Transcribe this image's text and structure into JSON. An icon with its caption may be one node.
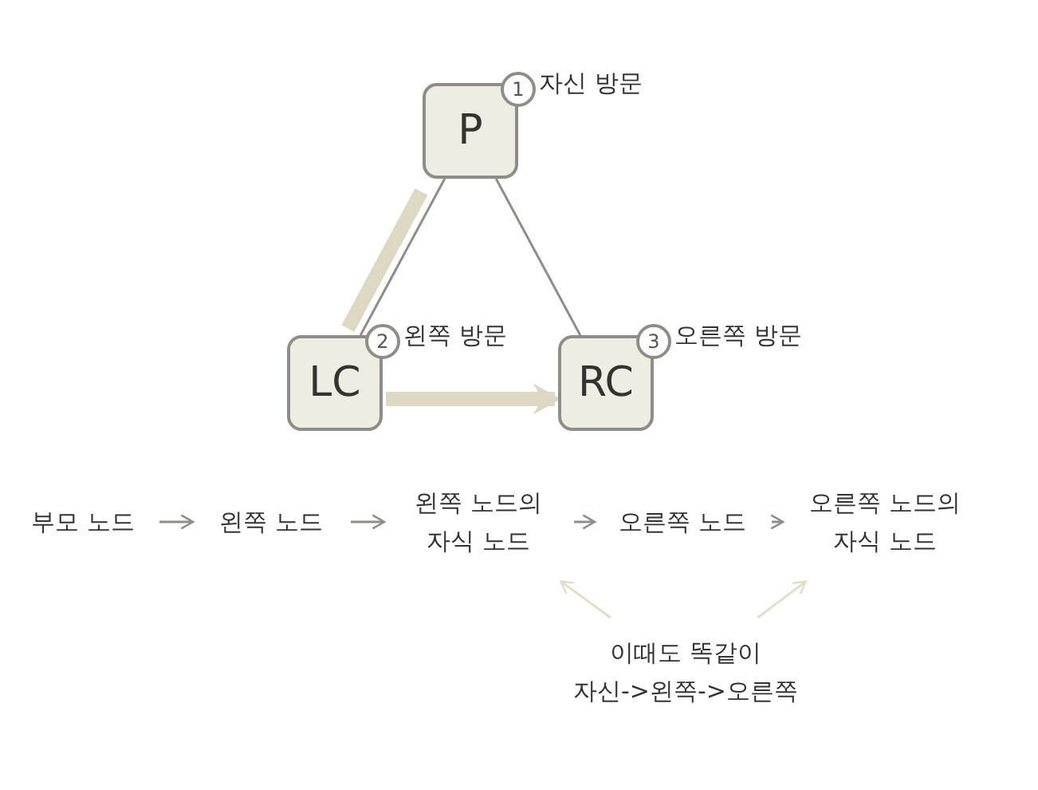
{
  "diagram": {
    "nodes": [
      {
        "text": [
          "P"
        ],
        "beside": [
          "자신 방문"
        ]
      },
      {
        "text": [
          "LC"
        ],
        "beside": [
          "왼쪽 방문"
        ]
      },
      {
        "text": [
          "RC"
        ],
        "beside": [
          "오른쪽 방문"
        ]
      },
      {
        "text": [
          "부모 노드"
        ]
      },
      {
        "text": [
          "왼쪽 노드"
        ]
      },
      {
        "text": [
          "왼쪽 노드의 자식 노드"
        ]
      },
      {
        "text": [
          "오른쪽 노드"
        ]
      },
      {
        "text": [
          "오른쪽 노드의 자식 노드"
        ]
      },
      {
        "text": [
          "이때도 똑같이 자신->왼쪽->오른쪽"
        ]
      }
    ],
    "edges": [
      {
        "from": 0,
        "to": 1,
        "arrow": "none"
      },
      {
        "from": 0,
        "to": 2,
        "arrow": "none"
      },
      {
        "from": 0,
        "to": 1,
        "arrow": "none",
        "style": "thick",
        "color": "#dcd8c2"
      },
      {
        "from": 1,
        "to": 2,
        "arrow": "to",
        "style": "thick",
        "color": "#dcd8c2"
      },
      {
        "from": 3,
        "to": 4,
        "arrow": "to"
      },
      {
        "from": 4,
        "to": 5,
        "arrow": "to"
      },
      {
        "from": 5,
        "to": 6,
        "arrow": "to"
      },
      {
        "from": 6,
        "to": 7,
        "arrow": "to"
      },
      {
        "from": 8,
        "to": 5,
        "arrow": "to",
        "color": "#e2dfc8"
      },
      {
        "from": 8,
        "to": 7,
        "arrow": "to",
        "color": "#e2dfc8"
      }
    ],
    "labels": [
      "1",
      "2",
      "3"
    ]
  }
}
